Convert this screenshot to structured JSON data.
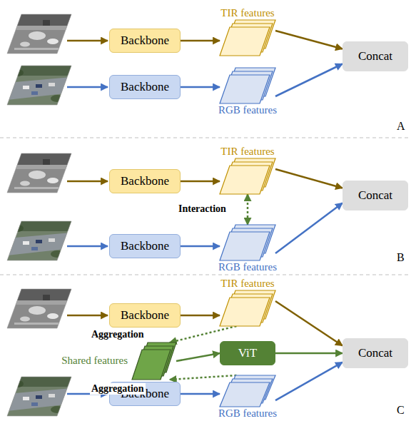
{
  "diagram": {
    "nodes": [
      {
        "text": [
          "Backbone"
        ]
      },
      {
        "text": [
          "TIR features"
        ]
      },
      {
        "text": [
          "Concat"
        ]
      },
      {
        "text": [
          "Backbone"
        ]
      },
      {
        "text": [
          "RGB features"
        ]
      },
      {
        "text": [
          "Backbone"
        ]
      },
      {
        "text": [
          "TIR features"
        ]
      },
      {
        "text": [
          "Concat"
        ]
      },
      {
        "text": [
          "Backbone"
        ]
      },
      {
        "text": [
          "RGB features"
        ]
      },
      {
        "text": [
          "Backbone"
        ]
      },
      {
        "text": [
          "TIR features"
        ]
      },
      {
        "text": [
          "Shared features"
        ]
      },
      {
        "text": [
          "ViT"
        ]
      },
      {
        "text": [
          "Concat"
        ]
      },
      {
        "text": [
          "Backbone"
        ]
      },
      {
        "text": [
          "RGB features"
        ]
      }
    ],
    "edges": [
      {
        "from": 0,
        "to": 1,
        "arrow": "to"
      },
      {
        "from": 1,
        "to": 2,
        "arrow": "to"
      },
      {
        "from": 3,
        "to": 4,
        "arrow": "to"
      },
      {
        "from": 4,
        "to": 2,
        "arrow": "to"
      },
      {
        "from": 5,
        "to": 6,
        "arrow": "to"
      },
      {
        "from": 6,
        "to": 7,
        "arrow": "to"
      },
      {
        "from": 8,
        "to": 9,
        "arrow": "to"
      },
      {
        "from": 9,
        "to": 7,
        "arrow": "to"
      },
      {
        "from": 6,
        "to": 9,
        "label": "Interaction",
        "arrow": "both"
      },
      {
        "from": 10,
        "to": 11,
        "arrow": "to"
      },
      {
        "from": 11,
        "to": 14,
        "arrow": "to"
      },
      {
        "from": 15,
        "to": 16,
        "arrow": "to"
      },
      {
        "from": 16,
        "to": 14,
        "arrow": "to"
      },
      {
        "from": 11,
        "to": 12,
        "label": "Aggregation",
        "arrow": "to"
      },
      {
        "from": 16,
        "to": 12,
        "label": "Aggregation",
        "arrow": "to"
      },
      {
        "from": 12,
        "to": 13,
        "arrow": "to"
      },
      {
        "from": 13,
        "to": 14,
        "arrow": "to"
      }
    ],
    "labels": [
      "A",
      "B",
      "C"
    ]
  }
}
